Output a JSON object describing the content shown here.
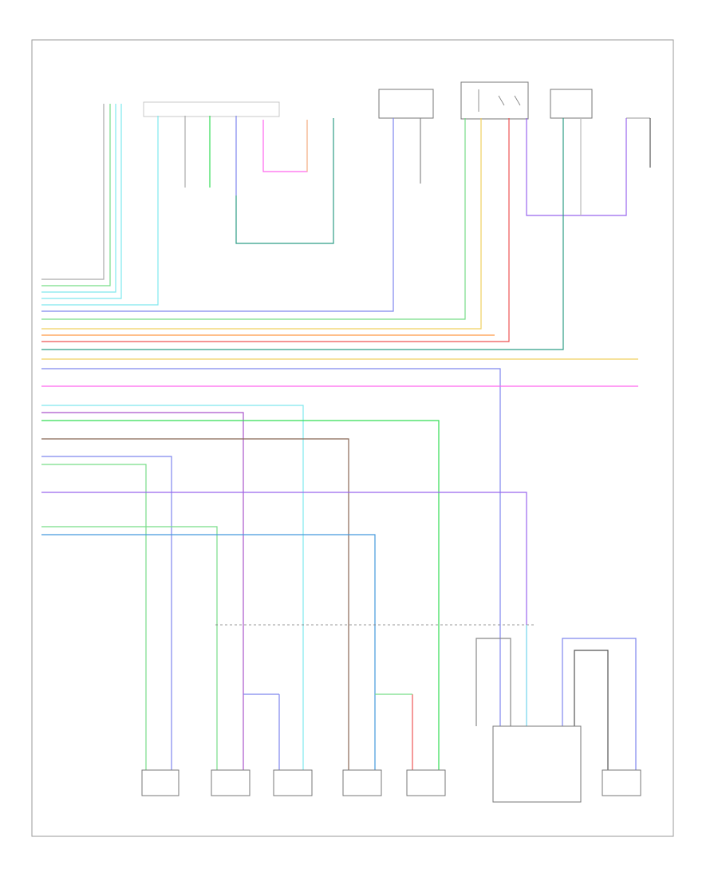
{
  "diagram": {
    "footer_code": "",
    "components": [
      {
        "id": "c1",
        "label": ""
      },
      {
        "id": "c2",
        "label": ""
      },
      {
        "id": "c3",
        "label": ""
      },
      {
        "id": "c4",
        "label": ""
      },
      {
        "id": "c5",
        "label": ""
      },
      {
        "id": "c6",
        "label": ""
      },
      {
        "id": "c7",
        "label": ""
      },
      {
        "id": "c8",
        "label": ""
      },
      {
        "id": "c9",
        "label": ""
      },
      {
        "id": "c10",
        "label": ""
      },
      {
        "id": "c11",
        "label": ""
      },
      {
        "id": "c12",
        "label": ""
      },
      {
        "id": "c13",
        "label": ""
      }
    ],
    "wire_colors": {
      "cyan": "#7fe8ee",
      "teal": "#2e9d86",
      "green": "#33dd55",
      "blue": "#7f86ee",
      "violet": "#9966ee",
      "purple": "#aa55cc",
      "orange": "#ff9944",
      "yellow": "#f0d060",
      "peach": "#f4c080",
      "red": "#ee5555",
      "pink": "#ff66ee",
      "brown": "#886655",
      "lightgreen": "#77dd88",
      "gray": "#999999"
    }
  }
}
